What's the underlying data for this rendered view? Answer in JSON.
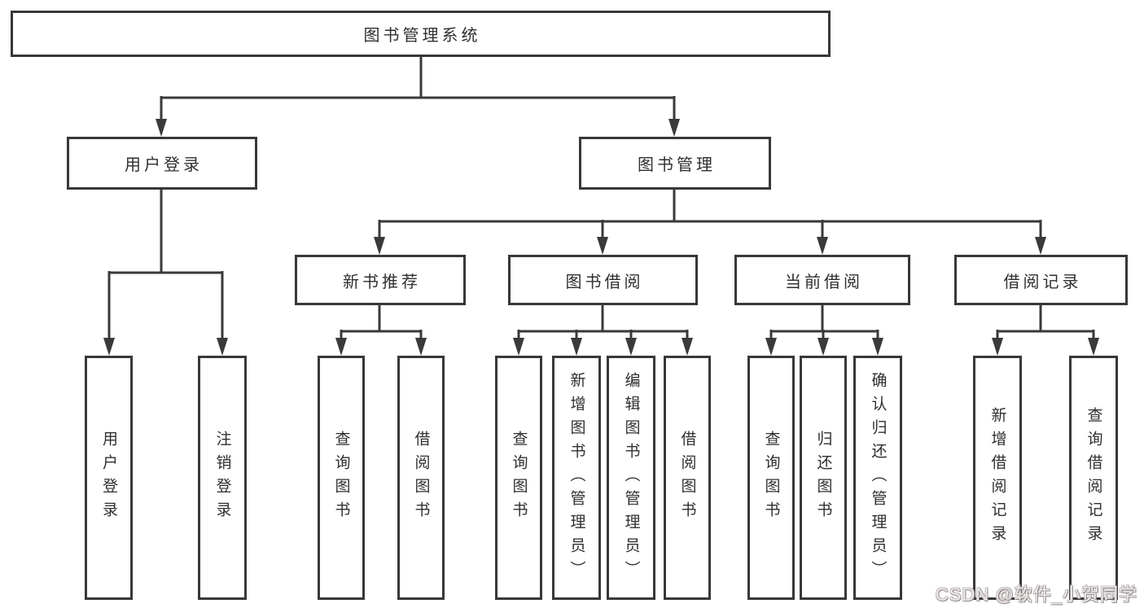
{
  "tree": {
    "label": "图书管理系统",
    "children": [
      {
        "label": "用户登录",
        "children": [
          {
            "label": "用户登录"
          },
          {
            "label": "注销登录"
          }
        ]
      },
      {
        "label": "图书管理",
        "children": [
          {
            "label": "新书推荐",
            "children": [
              {
                "label": "查询图书"
              },
              {
                "label": "借阅图书"
              }
            ]
          },
          {
            "label": "图书借阅",
            "children": [
              {
                "label": "查询图书"
              },
              {
                "label": "新增图书（管理员）"
              },
              {
                "label": "编辑图书（管理员）"
              },
              {
                "label": "借阅图书"
              }
            ]
          },
          {
            "label": "当前借阅",
            "children": [
              {
                "label": "查询图书"
              },
              {
                "label": "归还图书"
              },
              {
                "label": "确认归还（管理员）"
              }
            ]
          },
          {
            "label": "借阅记录",
            "children": [
              {
                "label": "新增借阅记录"
              },
              {
                "label": "查询借阅记录"
              }
            ]
          }
        ]
      }
    ]
  },
  "watermark": {
    "text": "CSDN @软件_小贺同学"
  },
  "colors": {
    "line": "#3a3a3a",
    "box_border": "#383838",
    "text": "#2f2f2f",
    "background": "#ffffff",
    "watermark": "#eeeaea"
  }
}
